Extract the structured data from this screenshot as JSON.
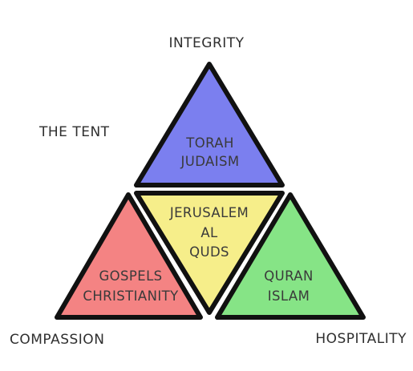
{
  "labels": {
    "top": "INTEGRITY",
    "tent": "THE TENT",
    "left": "COMPASSION",
    "right": "HOSPITALITY"
  },
  "triangles": {
    "top": {
      "line1": "TORAH",
      "line2": "JUDAISM",
      "color": "#7b7fef"
    },
    "center": {
      "line1": "JERUSALEM",
      "line2": "AL",
      "line3": "QUDS",
      "color": "#f6ee8a"
    },
    "left": {
      "line1": "GOSPELS",
      "line2": "CHRISTIANITY",
      "color": "#f48383"
    },
    "right": {
      "line1": "QURAN",
      "line2": "ISLAM",
      "color": "#86e486"
    }
  }
}
